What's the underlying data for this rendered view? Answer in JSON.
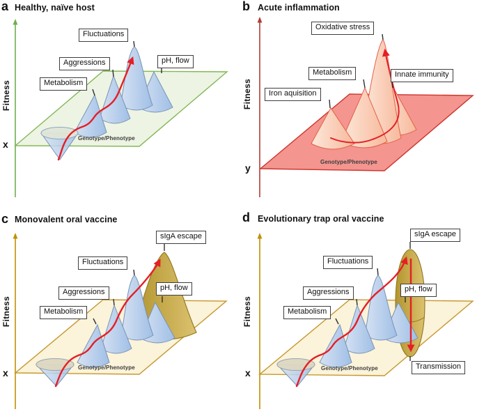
{
  "figure": {
    "panels": [
      {
        "letter": "a",
        "title": "Healthy, naïve host",
        "fitness_axis": "Fitness",
        "origin": "x",
        "plane_label": "Genotype/Phenotype",
        "labels": {
          "metabolism": "Metabolism",
          "aggressions": "Aggressions",
          "fluctuations": "Fluctuations",
          "ph_flow": "pH, flow"
        }
      },
      {
        "letter": "b",
        "title": "Acute inflammation",
        "fitness_axis": "Fitness",
        "origin": "y",
        "plane_label": "Genotype/Phenotype",
        "labels": {
          "iron": "Iron aquisition",
          "metabolism": "Metabolism",
          "oxidative": "Oxidative stress",
          "innate": "Innate immunity"
        }
      },
      {
        "letter": "c",
        "title": "Monovalent oral vaccine",
        "fitness_axis": "Fitness",
        "origin": "x",
        "plane_label": "Genotype/Phenotype",
        "labels": {
          "metabolism": "Metabolism",
          "aggressions": "Aggressions",
          "fluctuations": "Fluctuations",
          "ph_flow": "pH, flow",
          "siga": "sIgA escape"
        }
      },
      {
        "letter": "d",
        "title": "Evolutionary trap oral vaccine",
        "fitness_axis": "Fitness",
        "origin": "x",
        "plane_label": "Genotype/Phenotype",
        "labels": {
          "metabolism": "Metabolism",
          "aggressions": "Aggressions",
          "fluctuations": "Fluctuations",
          "ph_flow": "pH, flow",
          "siga": "sIgA escape",
          "transmission": "Transmission"
        }
      }
    ],
    "palette": {
      "axis_green": "#6fae4e",
      "axis_red": "#b13c34",
      "axis_gold": "#bf9000",
      "plane_green_fill": "#edf4e3",
      "plane_green_stroke": "#82b755",
      "plane_red_fill": "#f4958f",
      "plane_red_stroke": "#cc352c",
      "plane_gold_fill": "#fbf3da",
      "plane_gold_stroke": "#c6982e",
      "cone_blue_fill": "#a6c3e8",
      "cone_blue_stroke": "#7793b5",
      "cone_salmon_fill": "#f7bb9e",
      "cone_salmon_stroke": "#e2614a",
      "gold_shape_fill": "#c9ac48",
      "gold_shape_stroke": "#8f761f",
      "evolution_path_red": "#e61e25",
      "label_box_border": "#3d3d3d"
    }
  }
}
